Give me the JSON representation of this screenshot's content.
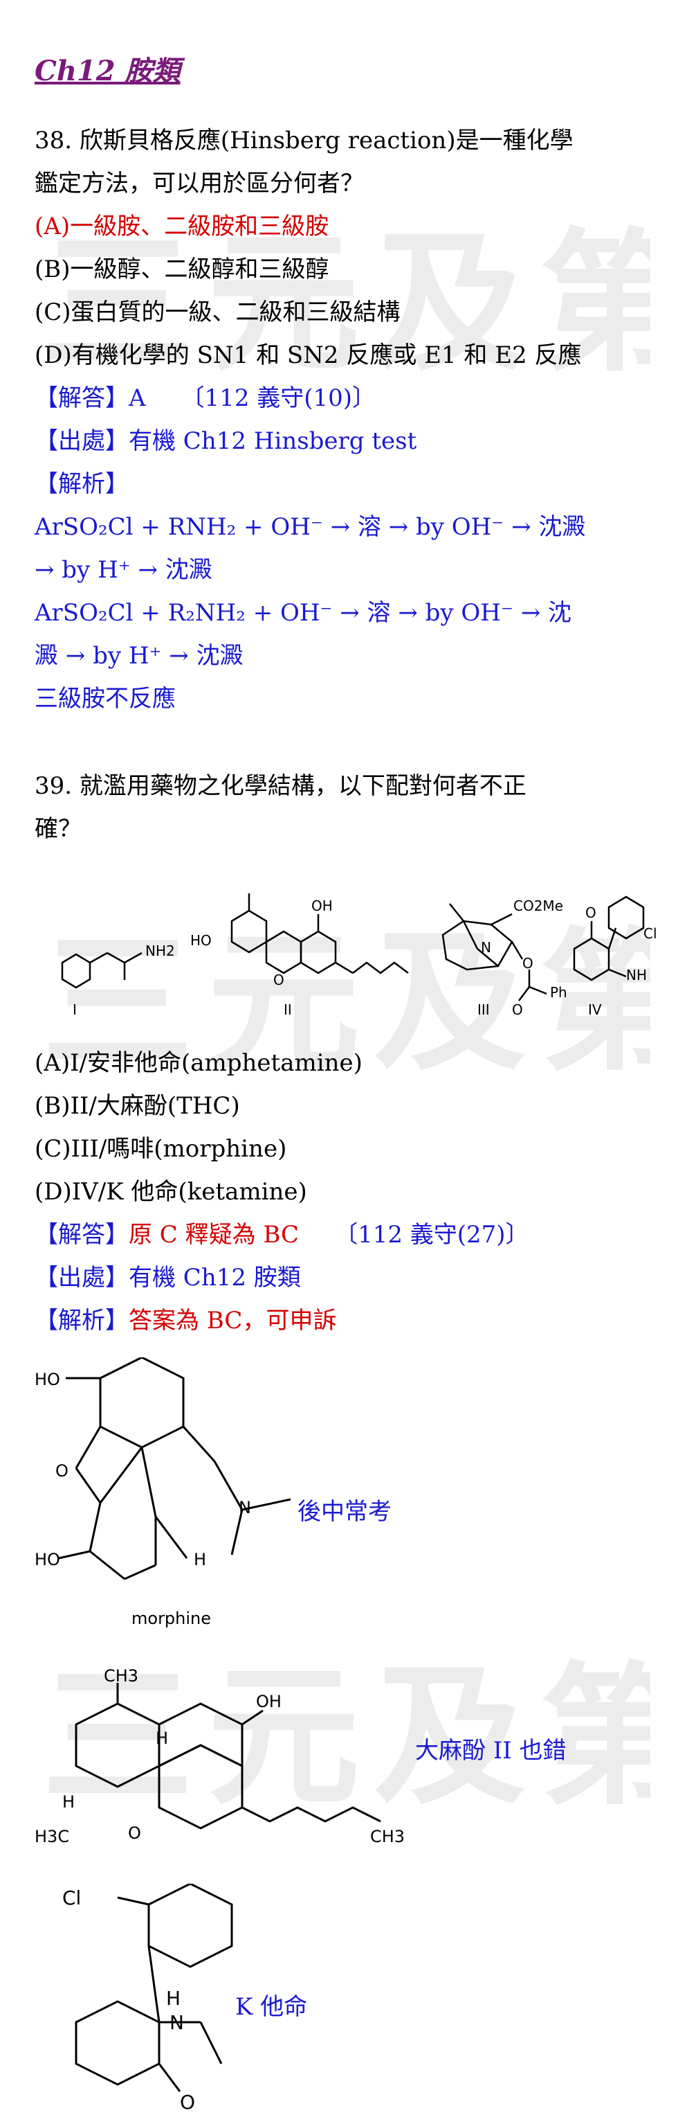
{
  "watermark": "三元及第",
  "title": "Ch12 胺類",
  "q38": {
    "stem1": "38. 欣斯貝格反應(Hinsberg reaction)是一種化學",
    "stem2": "鑑定方法，可以用於區分何者？",
    "a": "(A)一級胺、二級胺和三級胺",
    "b": "(B)一級醇、二級醇和三級醇",
    "c": "(C)蛋白質的一級、二級和三級結構",
    "d": "(D)有機化學的 SN1 和 SN2 反應或 E1 和 E2 反應",
    "answer": "【解答】A　　〔112 義守(10)〕",
    "source": "【出處】有機 Ch12 Hinsberg test",
    "analysis_head": "【解析】",
    "r1": "ArSO₂Cl + RNH₂ + OH⁻ → 溶 → by OH⁻ → 沈澱",
    "r1b": "→ by H⁺ → 沈澱",
    "r2": "ArSO₂Cl + R₂NH₂ + OH⁻ → 溶 → by OH⁻ → 沈",
    "r2b": "澱 → by H⁺ → 沈澱",
    "r3": "三級胺不反應"
  },
  "q39": {
    "stem1": "39. 就濫用藥物之化學結構，以下配對何者不正",
    "stem2": "確？",
    "struct_labels": [
      "I",
      "II",
      "III",
      "IV"
    ],
    "a": "(A)I/安非他命(amphetamine)",
    "b": "(B)II/大麻酚(THC)",
    "c": "(C)III/嗎啡(morphine)",
    "d": "(D)IV/K 他命(ketamine)",
    "answer_head": "【解答】",
    "answer_body": "原 C 釋疑為 BC　　",
    "answer_tail": "〔112 義守(27)〕",
    "source": "【出處】有機 Ch12 胺類",
    "analysis_head": "【解析】",
    "analysis_body": "答案為 BC，可申訴"
  },
  "figures": {
    "morphine_name": "morphine",
    "morphine_note": "後中常考",
    "thc_note": "大麻酚 II 也錯",
    "ketamine_note": "K 他命"
  }
}
